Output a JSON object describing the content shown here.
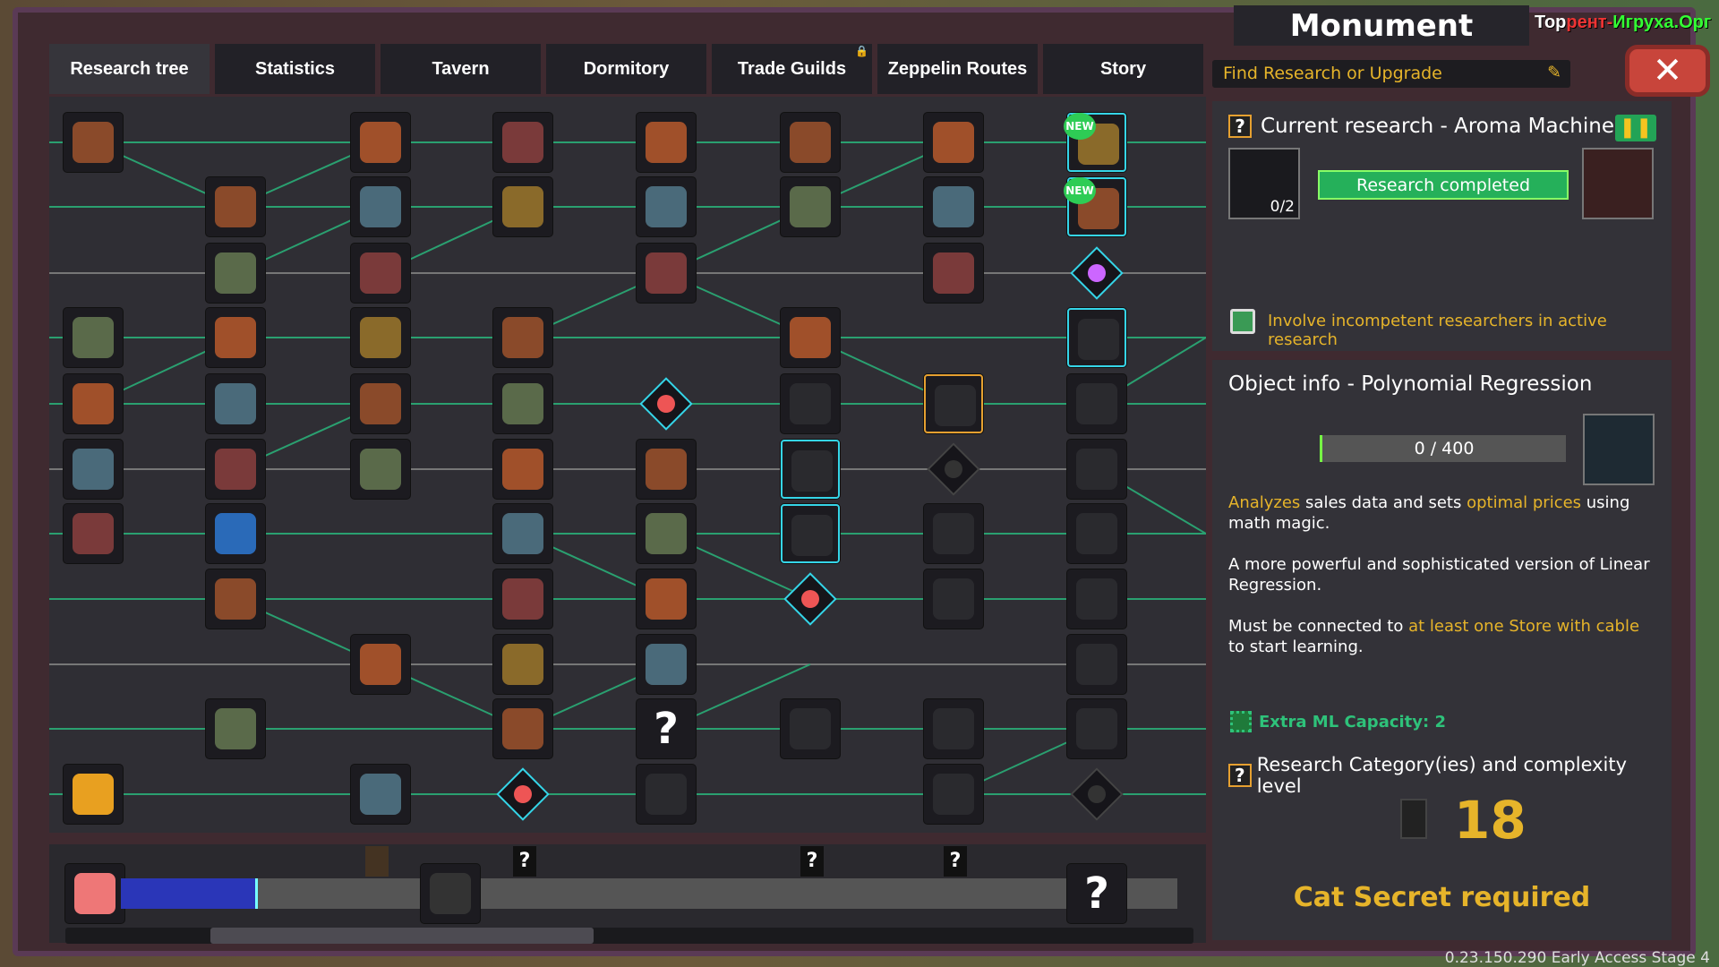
{
  "tabs": [
    {
      "label": "Research tree",
      "active": true
    },
    {
      "label": "Statistics"
    },
    {
      "label": "Tavern"
    },
    {
      "label": "Dormitory"
    },
    {
      "label": "Trade Guilds",
      "locked": true
    },
    {
      "label": "Zeppelin Routes"
    },
    {
      "label": "Story"
    }
  ],
  "title": "Monument",
  "watermark": "Торрент-Игруха.Орг",
  "search": {
    "placeholder": "Find Research or Upgrade"
  },
  "current": {
    "heading": "Current research - Aroma Machine",
    "help": "?",
    "count": "0/2",
    "status": "Research completed",
    "checkbox_label": "Involve incompetent researchers in active research"
  },
  "info": {
    "heading": "Object info - Polynomial Regression",
    "progress": "0 / 400",
    "progress_fraction": 0,
    "d1a": "Analyzes",
    "d1b": " sales data and sets ",
    "d1c": "optimal prices",
    "d1d": " using math magic.",
    "d2": "A more powerful and sophisticated version of Linear Regression.",
    "d3a": "Must be connected to ",
    "d3b": "at least one Store with cable",
    "d3c": " to start learning.",
    "ml": "Extra ML Capacity: 2",
    "category_label": "Research Category(ies) and complexity level",
    "complexity": "18",
    "requirement": "Cat Secret required"
  },
  "tree": {
    "new_badge": "NEW",
    "question": "?"
  },
  "timeline": {
    "progress_fraction": 0.13,
    "question": "?"
  },
  "version": "0.23.150.290 Early Access Stage 4",
  "colors": {
    "accent": "#e6b42a",
    "green": "#25b05a",
    "link": "#2ec27a",
    "highlight": "#35d5e8"
  }
}
